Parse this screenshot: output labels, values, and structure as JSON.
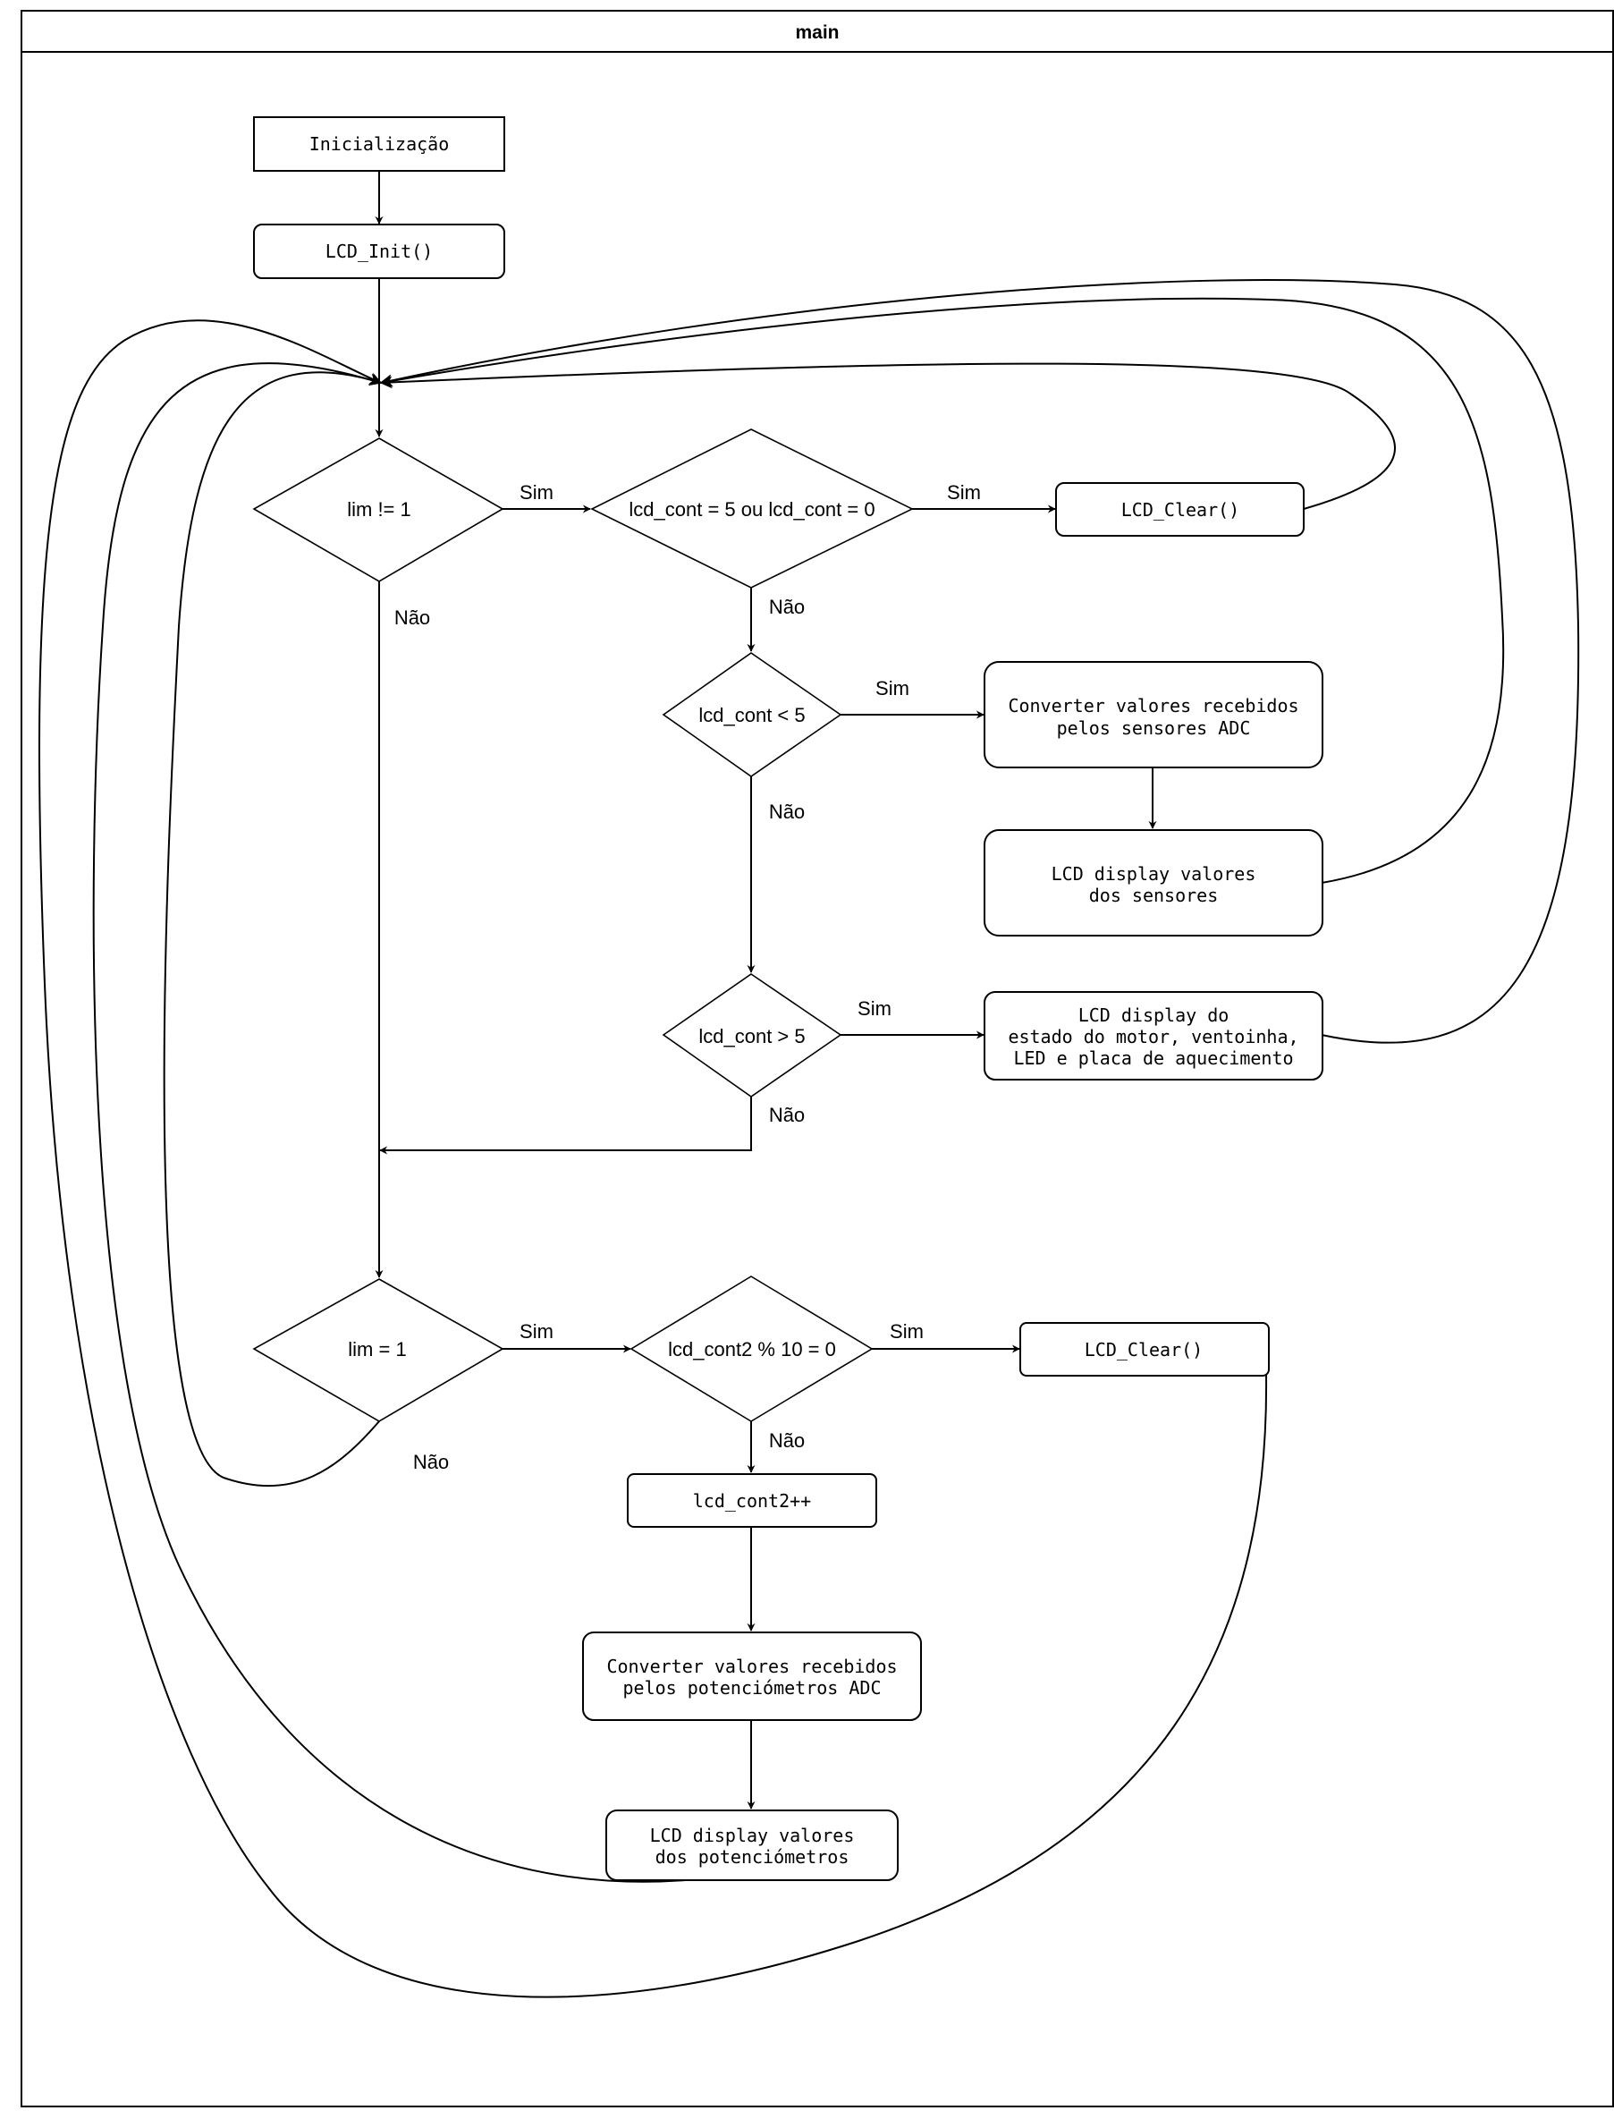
{
  "title": "main",
  "nodes": {
    "init": "Inicialização",
    "lcd_init": "LCD_Init()",
    "dec_lim_ne": "lim != 1",
    "dec_lcdcont_eq": "lcd_cont = 5 ou lcd_cont = 0",
    "lcd_clear_1": "LCD_Clear()",
    "dec_lcdcont_lt": "lcd_cont < 5",
    "convert_sensors": [
      "Converter valores recebidos",
      "pelos sensores ADC"
    ],
    "display_sensors": [
      "LCD display valores",
      "dos sensores"
    ],
    "dec_lcdcont_gt": "lcd_cont > 5",
    "display_state": [
      "LCD display do",
      "estado do motor, ventoinha,",
      "LED e placa de aquecimento"
    ],
    "dec_lim_eq": "lim = 1",
    "dec_lcdcont2": "lcd_cont2 % 10 = 0",
    "lcd_clear_2": "LCD_Clear()",
    "inc_cont2": "lcd_cont2++",
    "convert_pots": [
      "Converter valores recebidos",
      "pelos potenciómetros ADC"
    ],
    "display_pots": [
      "LCD display valores",
      "dos potenciómetros"
    ]
  },
  "edge_labels": {
    "yes": "Sim",
    "no": "Não"
  }
}
